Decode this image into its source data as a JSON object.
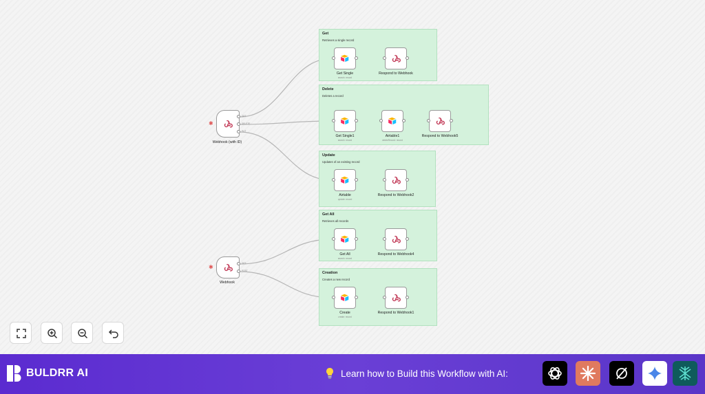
{
  "groups": {
    "get": {
      "title": "Get",
      "desc": "Retrieves a single record"
    },
    "delete": {
      "title": "Delete",
      "desc": "Deletes a record"
    },
    "update": {
      "title": "Update",
      "desc": "Updates of an existing record"
    },
    "getall": {
      "title": "Get All",
      "desc": "Retrieves all records"
    },
    "creation": {
      "title": "Creation",
      "desc": "Creates a new record"
    }
  },
  "nodes": {
    "webhook_id": {
      "label": "Webhook (with ID)",
      "ports": [
        "GET",
        "DELETE",
        "PUT"
      ]
    },
    "webhook": {
      "label": "Webhook",
      "ports": [
        "GET",
        "POST"
      ]
    },
    "get_single": {
      "label": "Get Single",
      "sub": "search: record"
    },
    "respond": {
      "label": "Respond to Webhook"
    },
    "get_single1": {
      "label": "Get Single1",
      "sub": "search: record"
    },
    "airtable1": {
      "label": "Airtable1",
      "sub": "deleteRecord: record"
    },
    "respond5": {
      "label": "Respond to Webhook5"
    },
    "airtable": {
      "label": "Airtable",
      "sub": "update: record"
    },
    "respond2": {
      "label": "Respond to Webhook2"
    },
    "get_all": {
      "label": "Get All",
      "sub": "search: record"
    },
    "respond4": {
      "label": "Respond to Webhook4"
    },
    "create": {
      "label": "Create",
      "sub": "create: record"
    },
    "respond1": {
      "label": "Respond to Webhook1"
    }
  },
  "controls": {
    "icons": [
      "fullscreen-icon",
      "zoom-in-icon",
      "zoom-out-icon",
      "undo-icon"
    ]
  },
  "footer": {
    "brand": "BULDRR AI",
    "cta": "Learn how to Build this Workflow with AI:",
    "ai_tools": [
      "chatgpt",
      "claude",
      "perplexity",
      "gemini",
      "deepseek"
    ],
    "colors": {
      "footer_bg": "#5b2bd0",
      "group_bg": "#d4f2dc"
    }
  }
}
